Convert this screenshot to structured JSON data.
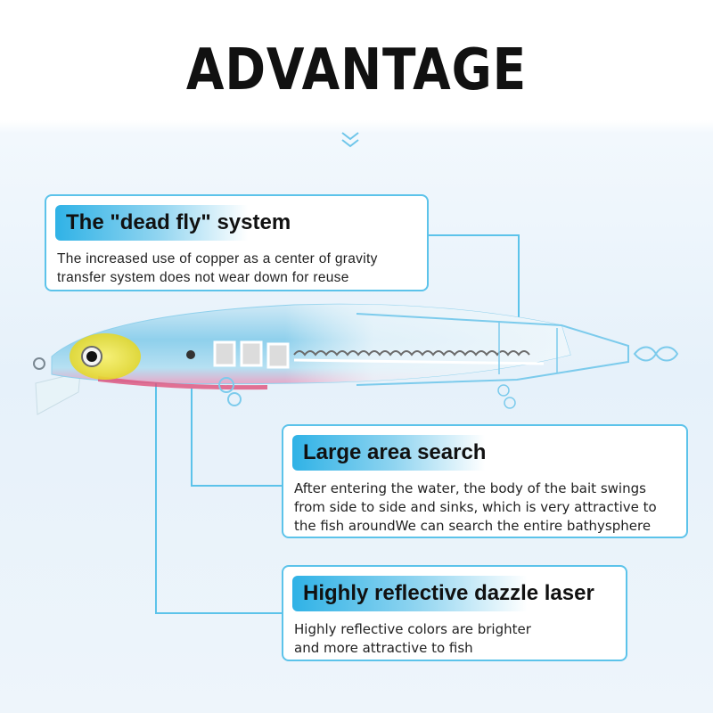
{
  "title": "ADVANTAGE",
  "colors": {
    "accent": "#5cc3ea",
    "pill_start": "#2fb2e6",
    "lure_body": "#8fd0ec",
    "lure_head": "#e8e21a",
    "lure_belly": "#e0507a"
  },
  "icons": {
    "scroll_hint": "double-chevron-down-icon",
    "hook_eye": "split-ring-icon"
  },
  "features": [
    {
      "heading": "The \"dead fly\" system",
      "description": "The increased use of copper as a center of gravity\ntransfer system does not wear down for reuse"
    },
    {
      "heading": "Large area search",
      "description": "After entering the water, the body of the bait swings\nfrom side to side and sinks, which is very attractive to\nthe fish aroundWe can search the entire bathysphere"
    },
    {
      "heading": "Highly reflective dazzle laser",
      "description": "Highly reflective colors are brighter\nand more attractive to fish"
    }
  ]
}
